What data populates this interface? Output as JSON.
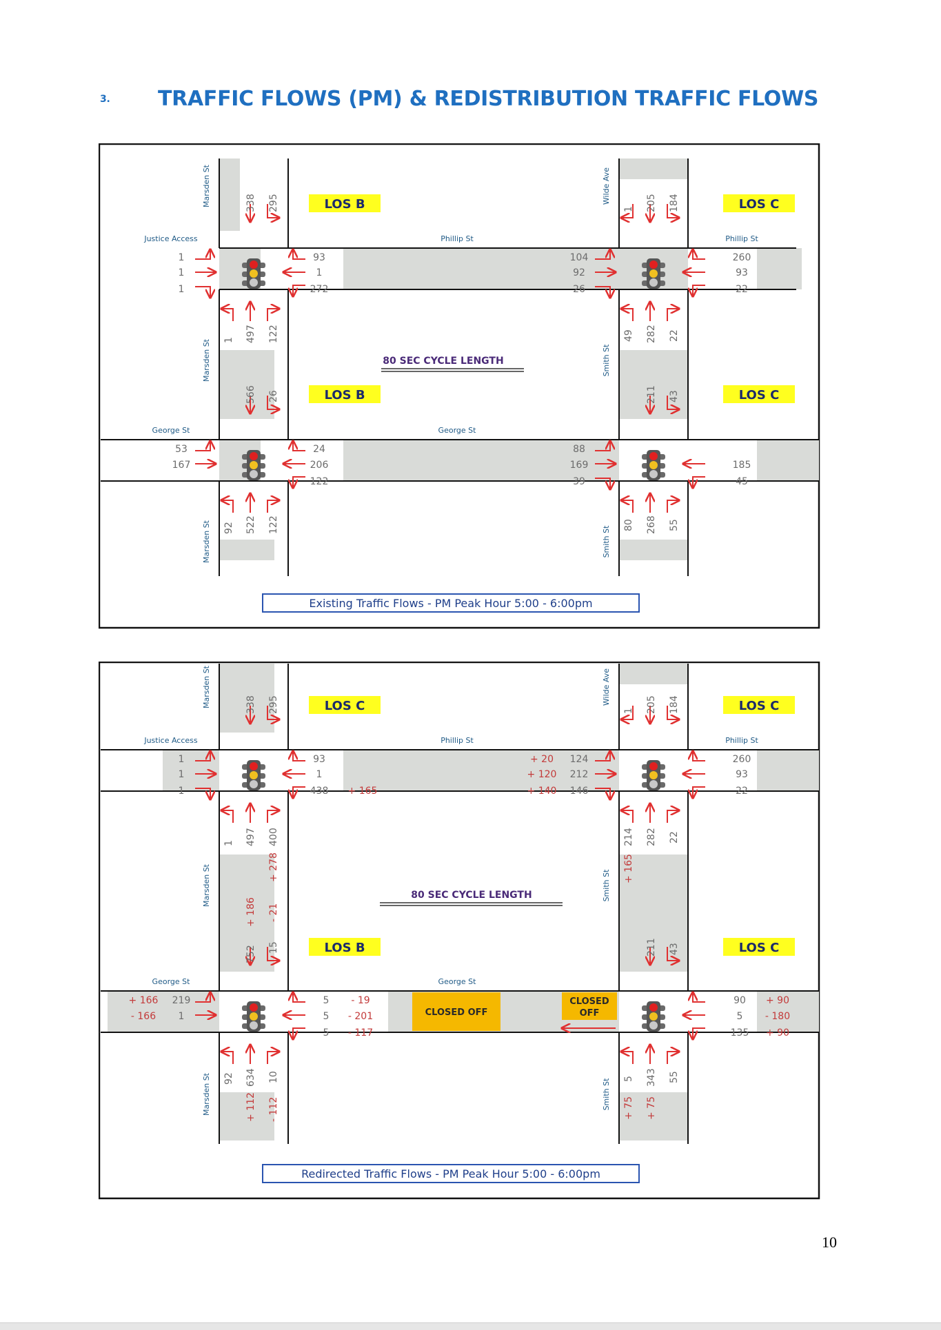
{
  "page": {
    "section_number": "3.",
    "section_title": "TRAFFIC FLOWS (PM) & REDISTRIBUTION TRAFFIC FLOWS",
    "page_number": "10"
  },
  "colors": {
    "heading": "#1f6fc0",
    "road": "#d9dbd8",
    "arrow": "#e03030",
    "los_fill": "#ffff1f",
    "closed_fill": "#f5b800",
    "street_label": "#1f5a86",
    "count": "#6c6c6c",
    "delta": "#c33a3a"
  },
  "existing": {
    "caption": "Existing Traffic Flows - PM Peak Hour 5:00 - 6:00pm",
    "cycle": "80 SEC CYCLE LENGTH",
    "los_tl": "LOS B",
    "los_tr": "LOS C",
    "los_bl": "LOS B",
    "los_br": "LOS C",
    "streets": {
      "marsden_top": "Marsden St",
      "wilde": "Wilde Ave",
      "justice": "Justice Access",
      "phillip_mid": "Phillip St",
      "phillip_right": "Phillip St",
      "marsden_mid": "Marsden St",
      "smith_mid": "Smith St",
      "george_left": "George St",
      "george_mid": "George St",
      "marsden_bottom": "Marsden St",
      "smith_bottom": "Smith St"
    },
    "flows": {
      "tl_n_in_1": "338",
      "tl_n_in_2": "295",
      "tl_w_in_1": "1",
      "tl_w_in_2": "1",
      "tl_w_in_3": "1",
      "tl_e_in_1": "93",
      "tl_e_in_2": "1",
      "tl_e_in_3": "272",
      "tl_s_in_1": "1",
      "tl_s_in_2": "497",
      "tl_s_in_3": "122",
      "tr_n_in_1": "1",
      "tr_n_in_2": "205",
      "tr_n_in_3": "184",
      "tr_w_in_1": "104",
      "tr_w_in_2": "92",
      "tr_w_in_3": "26",
      "tr_e_in_1": "260",
      "tr_e_in_2": "93",
      "tr_e_in_3": "22",
      "tr_s_in_1": "49",
      "tr_s_in_2": "282",
      "tr_s_in_3": "22",
      "bl_n_in_1": "566",
      "bl_n_in_2": "26",
      "bl_w_in_1": "53",
      "bl_w_in_2": "167",
      "bl_e_in_1": "24",
      "bl_e_in_2": "206",
      "bl_e_in_3": "122",
      "bl_s_in_1": "92",
      "bl_s_in_2": "522",
      "bl_s_in_3": "122",
      "br_n_in_1": "211",
      "br_n_in_2": "43",
      "br_w_in_1": "88",
      "br_w_in_2": "169",
      "br_w_in_3": "39",
      "br_e_in_1": "185",
      "br_e_in_2": "45",
      "br_s_in_1": "80",
      "br_s_in_2": "268",
      "br_s_in_3": "55"
    }
  },
  "redirected": {
    "caption": "Redirected Traffic Flows - PM Peak Hour 5:00 - 6:00pm",
    "cycle": "80 SEC CYCLE LENGTH",
    "los_tl": "LOS C",
    "los_tr": "LOS C",
    "los_bl": "LOS B",
    "los_br": "LOS C",
    "closed_mid": "CLOSED OFF",
    "closed_right_1": "CLOSED",
    "closed_right_2": "OFF",
    "streets": {
      "marsden_top": "Marsden St",
      "wilde": "Wilde Ave",
      "justice": "Justice Access",
      "phillip_mid": "Phillip St",
      "phillip_right": "Phillip St",
      "marsden_mid": "Marsden St",
      "smith_mid": "Smith St",
      "george_left": "George St",
      "george_mid": "George St",
      "marsden_bottom": "Marsden St",
      "smith_bottom": "Smith St"
    },
    "flows": {
      "tl_n_in_1": "338",
      "tl_n_in_2": "295",
      "tl_w_in_1": "1",
      "tl_w_in_2": "1",
      "tl_w_in_3": "1",
      "tl_e_in_1": "93",
      "tl_e_in_2": "1",
      "tl_e_in_3": "438",
      "tl_e_delta_3": "+ 165",
      "tl_s_in_1": "1",
      "tl_s_in_2": "497",
      "tl_s_in_3": "400",
      "tl_s_delta_3": "+ 278",
      "tr_n_in_1": "1",
      "tr_n_in_2": "205",
      "tr_n_in_3": "184",
      "tr_w_delta_1": "+ 20",
      "tr_w_delta_2": "+ 120",
      "tr_w_delta_3": "+ 140",
      "tr_w_in_1": "124",
      "tr_w_in_2": "212",
      "tr_w_in_3": "146",
      "tr_e_in_1": "260",
      "tr_e_in_2": "93",
      "tr_e_in_3": "22",
      "tr_s_in_1": "214",
      "tr_s_delta_1": "+ 165",
      "tr_s_in_2": "282",
      "tr_s_in_3": "22",
      "bl_n_in_1": "752",
      "bl_n_delta_1": "+ 186",
      "bl_n_in_2": "15",
      "bl_n_delta_2": "- 21",
      "bl_w_delta_1": "+ 166",
      "bl_w_in_1": "219",
      "bl_w_delta_2": "- 166",
      "bl_w_in_2": "1",
      "bl_e_in_1": "5",
      "bl_e_delta_1": "- 19",
      "bl_e_in_2": "5",
      "bl_e_delta_2": "- 201",
      "bl_e_in_3": "5",
      "bl_e_delta_3": "- 117",
      "bl_s_in_1": "92",
      "bl_s_in_2": "634",
      "bl_s_delta_2": "+ 112",
      "bl_s_in_3": "10",
      "bl_s_delta_3": "- 112",
      "br_n_in_1": "211",
      "br_n_in_2": "43",
      "br_e_in_1": "90",
      "br_e_delta_1": "+ 90",
      "br_e_in_2": "5",
      "br_e_delta_2": "- 180",
      "br_e_in_3": "135",
      "br_e_delta_3": "+ 90",
      "br_s_in_1": "5",
      "br_s_delta_1": "+ 75",
      "br_s_in_2": "343",
      "br_s_delta_2": "+ 75",
      "br_s_in_3": "55"
    }
  }
}
